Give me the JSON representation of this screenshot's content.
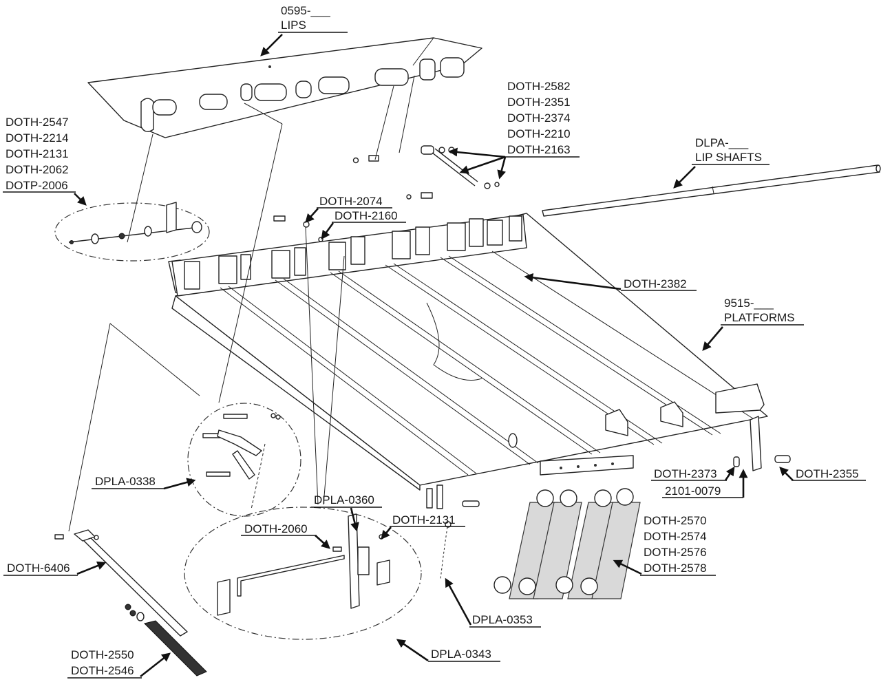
{
  "labels": {
    "lips_code": "0595-___",
    "lips_name": "LIPS",
    "lip_shafts_code": "DLPA-___",
    "lip_shafts_name": "LIP SHAFTS",
    "platforms_code": "9515-___",
    "platforms_name": "PLATFORMS",
    "group_hinge": [
      "DOTH-2547",
      "DOTH-2214",
      "DOTH-2131",
      "DOTH-2062",
      "DOTP-2006"
    ],
    "group_top_right": [
      "DOTH-2582",
      "DOTH-2351",
      "DOTH-2374",
      "DOTH-2210",
      "DOTH-2163"
    ],
    "doth_2074": "DOTH-2074",
    "doth_2160": "DOTH-2160",
    "doth_2382": "DOTH-2382",
    "dpla_0338": "DPLA-0338",
    "dpla_0360": "DPLA-0360",
    "doth_2060": "DOTH-2060",
    "doth_2131": "DOTH-2131",
    "doth_2373": "DOTH-2373",
    "part_2101_0079": "2101-0079",
    "doth_2355": "DOTH-2355",
    "group_springs": [
      "DOTH-2570",
      "DOTH-2574",
      "DOTH-2576",
      "DOTH-2578"
    ],
    "doth_6406": "DOTH-6406",
    "dpla_0353": "DPLA-0353",
    "group_bottom": [
      "DOTH-2550",
      "DOTH-2546"
    ],
    "dpla_0343": "DPLA-0343"
  }
}
